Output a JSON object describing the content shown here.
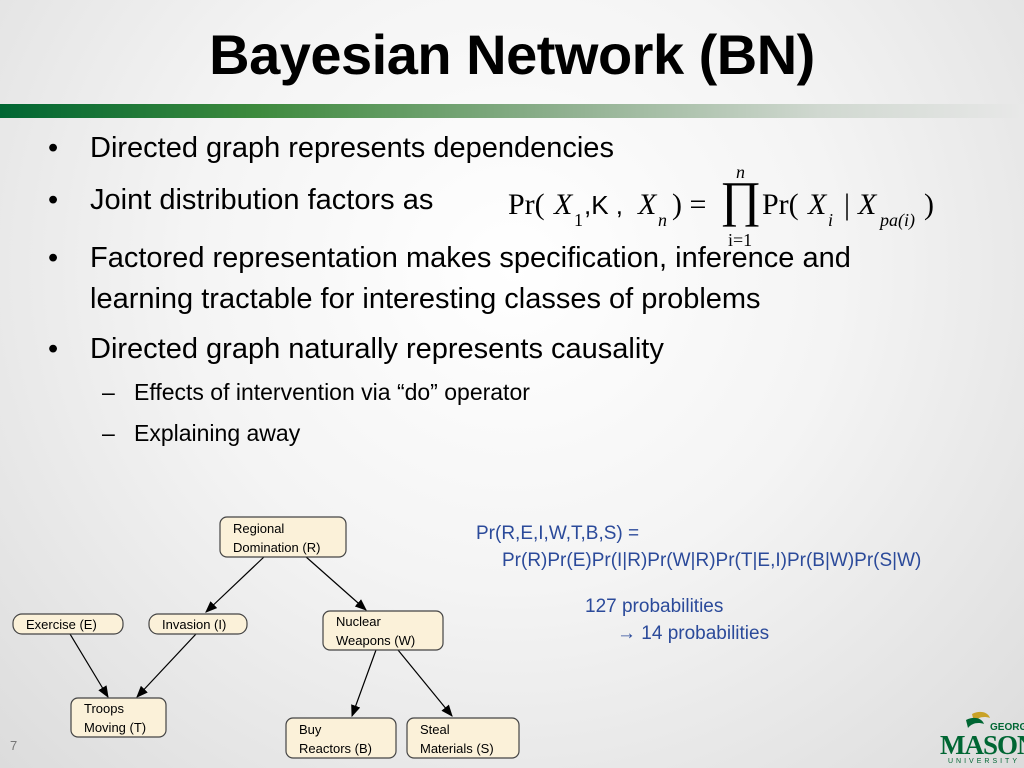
{
  "slide": {
    "title": "Bayesian Network (BN)",
    "number": "7",
    "bullets": [
      "Directed graph represents dependencies",
      "Joint distribution factors as",
      "Factored representation makes specification, inference and",
      "learning tractable for interesting classes of problems",
      "Directed graph naturally represents causality"
    ],
    "bullet_marker": "•",
    "sub_bullets": [
      "Effects of intervention via “do” operator",
      "Explaining away"
    ],
    "sub_marker": "–",
    "formula": {
      "lhs_pr": "Pr(",
      "lhs_x": "X",
      "lhs_sub1": "1",
      "lhs_mid": ",K ,",
      "lhs_xn": "X",
      "lhs_subn": "n",
      "lhs_close": ") =",
      "prod_symbol": "∏",
      "prod_top": "n",
      "prod_bottom": "i=1",
      "rhs_pr": "Pr(",
      "rhs_x": "X",
      "rhs_sub_i": "i",
      "rhs_bar": "|",
      "rhs_x2": "X",
      "rhs_sub_pa": "pa(i)",
      "rhs_close": ")"
    },
    "network": {
      "nodes": [
        {
          "id": "R",
          "line1": "Regional",
          "line2": "Domination (R)"
        },
        {
          "id": "E",
          "line1": "Exercise (E)",
          "line2": ""
        },
        {
          "id": "I",
          "line1": "Invasion (I)",
          "line2": ""
        },
        {
          "id": "W",
          "line1": "Nuclear",
          "line2": "Weapons (W)"
        },
        {
          "id": "T",
          "line1": "Troops",
          "line2": "Moving (T)"
        },
        {
          "id": "B",
          "line1": "Buy",
          "line2": "Reactors (B)"
        },
        {
          "id": "S",
          "line1": "Steal",
          "line2": "Materials (S)"
        }
      ]
    },
    "factorization": {
      "line1": "Pr(R,E,I,W,T,B,S) =",
      "line2": "Pr(R)Pr(E)Pr(I|R)Pr(W|R)Pr(T|E,I)Pr(B|W)Pr(S|W)",
      "count1": "127 probabilities",
      "count2": "→ 14 probabilities"
    },
    "logo": {
      "top": "GEORGE",
      "main": "MASON",
      "bottom": "UNIVERSITY"
    },
    "colors": {
      "accent_green": "#006633",
      "blue_text": "#2b4a9a",
      "node_fill": "#fbf1d9"
    }
  }
}
